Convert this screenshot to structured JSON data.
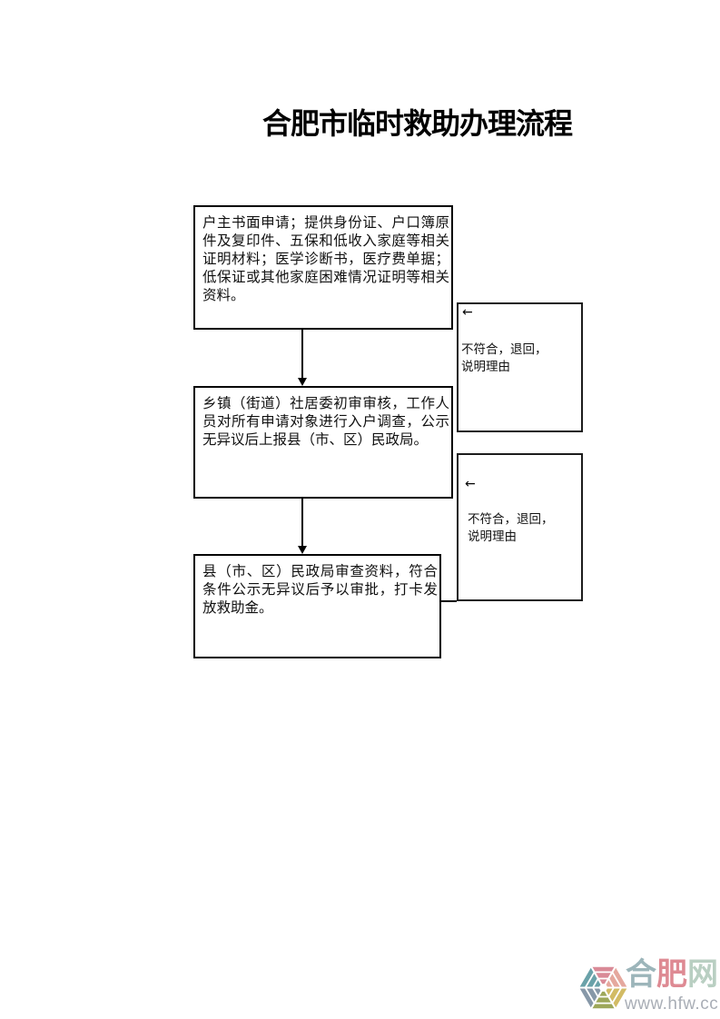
{
  "page": {
    "title": "合肥市临时救助办理流程"
  },
  "flowchart": {
    "steps": [
      "户主书面申请；提供身份证、户口簿原件及复印件、五保和低收入家庭等相关证明材料；医学诊断书，医疗费单据；低保证或其他家庭困难情况证明等相关资料。",
      "乡镇（街道）社居委初审审核，工作人员对所有申请对象进行入户调查，公示无异议后上报县（市、区）民政局。",
      "县（市、区）民政局审查资料，符合条件公示无异议后予以审批，打卡发放救助金。"
    ],
    "return_branches": [
      {
        "arrow_icon": "←",
        "line1": "不符合，退回，",
        "line2": "说明理由"
      },
      {
        "arrow_icon": "←",
        "line1": "不符合，退回，",
        "line2": "说明理由"
      }
    ]
  },
  "watermark": {
    "site_chars": [
      {
        "char": "合",
        "color": "#9cb5ba"
      },
      {
        "char": "肥",
        "color": "#de8a93"
      },
      {
        "char": "网",
        "color": "#b9cfc2"
      }
    ],
    "url": "www.hfw.cc",
    "url_color": "#a9aeb6",
    "logo_colors": [
      "#d98a97",
      "#e5a89e",
      "#d2bb64",
      "#9da75a",
      "#8798a8",
      "#6aa2a9"
    ]
  }
}
